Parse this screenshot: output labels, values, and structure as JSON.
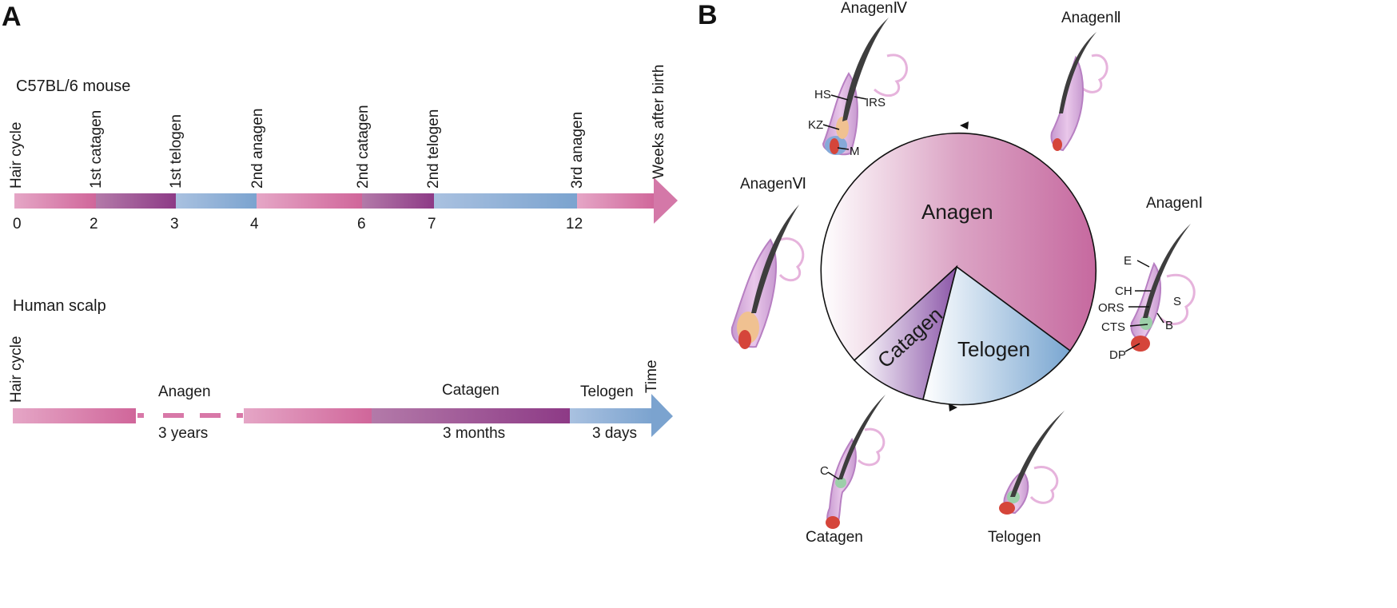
{
  "panel_a": {
    "label": "A",
    "mouse": {
      "title": "C57BL/6 mouse",
      "axis_label": "Hair cycle",
      "end_label": "Weeks after birth",
      "events": [
        "1st catagen",
        "1st telogen",
        "2nd anagen",
        "2nd catagen",
        "2nd telogen",
        "3rd anagen"
      ],
      "ticks": [
        "0",
        "2",
        "3",
        "4",
        "6",
        "7",
        "12"
      ]
    },
    "human": {
      "title": "Human scalp",
      "axis_label": "Hair cycle",
      "end_label": "Time",
      "phases": [
        "Anagen",
        "Catagen",
        "Telogen"
      ],
      "durations": [
        "3 years",
        "3 months",
        "3 days"
      ]
    }
  },
  "panel_b": {
    "label": "B",
    "pie": {
      "anagen": "Anagen",
      "catagen": "Catagen",
      "telogen": "Telogen"
    },
    "stages": {
      "anagen_iv": "AnagenⅣ",
      "anagen_ii": "AnagenⅡ",
      "anagen_vi": "AnagenⅥ",
      "anagen_i": "AnagenⅠ",
      "catagen": "Catagen",
      "telogen": "Telogen"
    },
    "structure_labels": {
      "hs": "HS",
      "irs": "IRS",
      "kz": "KZ",
      "m": "M",
      "e": "E",
      "ch": "CH",
      "ors": "ORS",
      "cts": "CTS",
      "dp": "DP",
      "s": "S",
      "b": "B",
      "c": "C"
    }
  },
  "colors": {
    "anagen": "#d0669a",
    "catagen": "#8d3a86",
    "telogen": "#7ba3cf"
  }
}
